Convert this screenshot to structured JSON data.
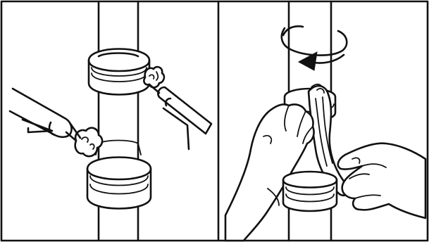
{
  "figure": {
    "panel_count": 2,
    "colors": {
      "ink": "#111111",
      "paper": "#ffffff"
    },
    "panels": [
      {
        "name": "left-panel",
        "depicts": [
          "pipe",
          "coupling",
          "coupling",
          "sealant-blob",
          "sealant-blob",
          "applicator-tool",
          "applicator-tool"
        ]
      },
      {
        "name": "right-panel",
        "depicts": [
          "pipe",
          "coupling",
          "coupling",
          "rotation-arrow",
          "hand",
          "hand",
          "cloth"
        ]
      }
    ]
  }
}
